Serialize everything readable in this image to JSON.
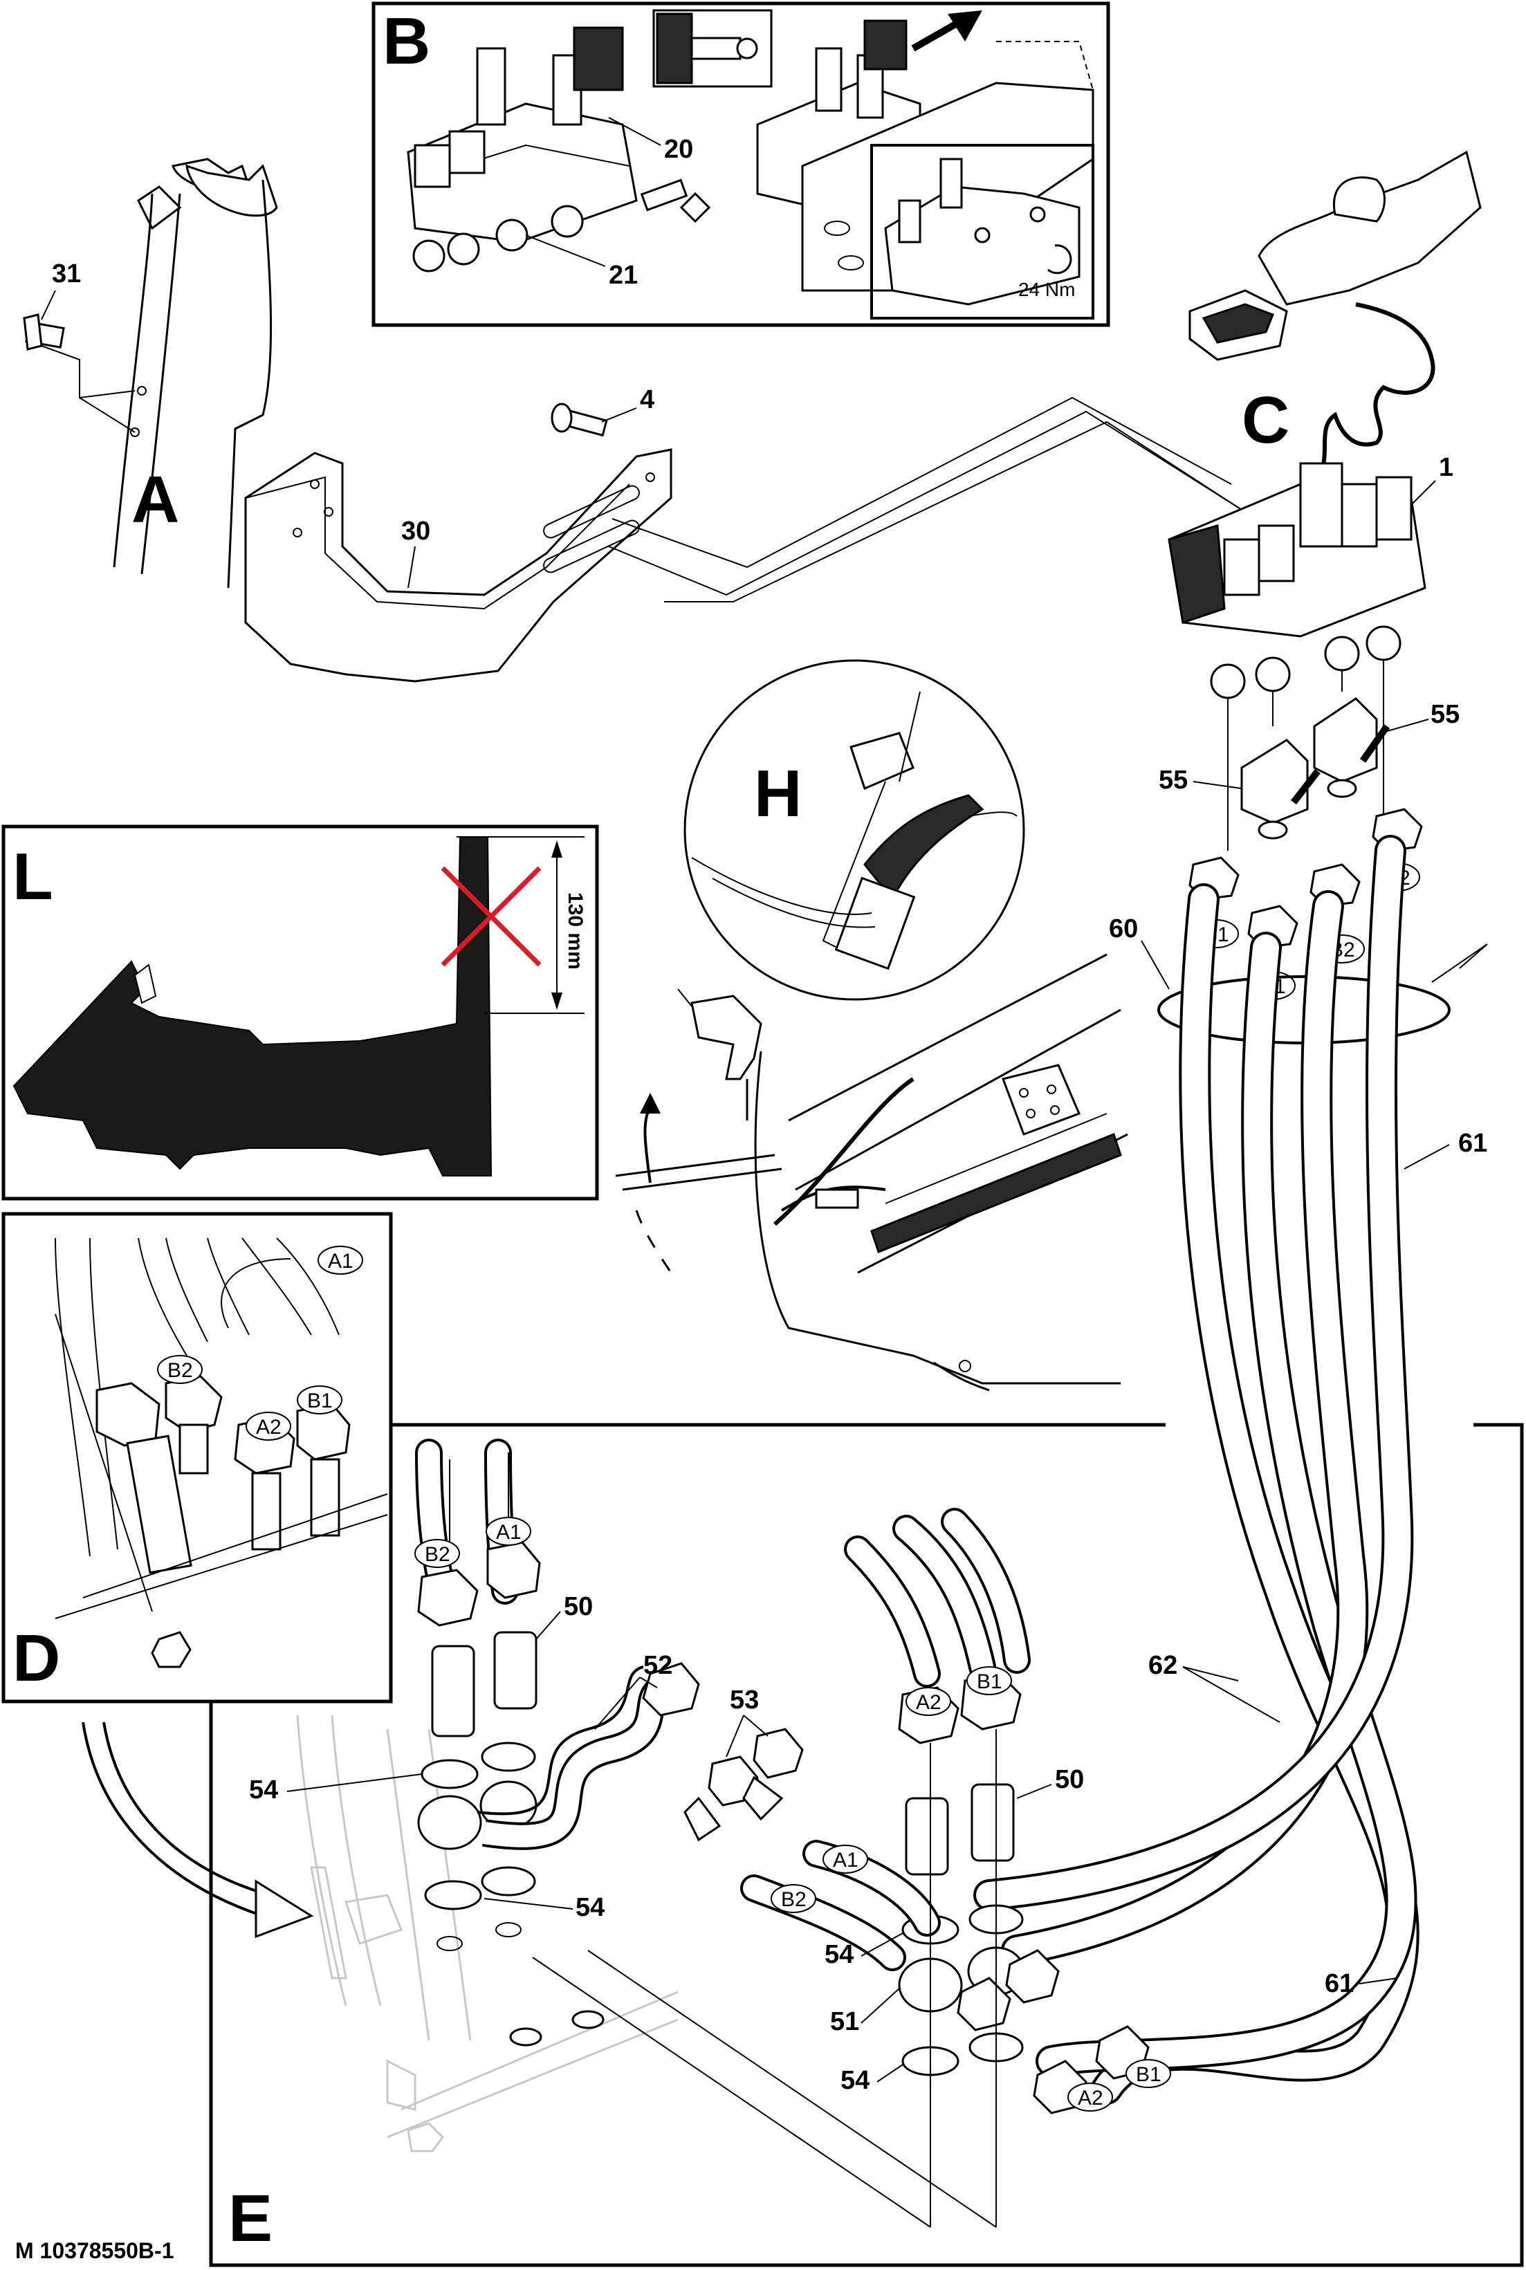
{
  "views": {
    "A": "A",
    "B": "B",
    "C": "C",
    "D": "D",
    "E": "E",
    "H": "H",
    "L": "L"
  },
  "parts": {
    "p1": "1",
    "p4": "4",
    "p20": "20",
    "p21": "21",
    "p30": "30",
    "p31": "31",
    "p50a": "50",
    "p50b": "50",
    "p51": "51",
    "p52": "52",
    "p53": "53",
    "p54a": "54",
    "p54b": "54",
    "p54c": "54",
    "p54d": "54",
    "p55a": "55",
    "p55b": "55",
    "p60": "60",
    "p61a": "61",
    "p61b": "61",
    "p62": "62"
  },
  "hose_tags": {
    "c_b1": "B1",
    "c_a1": "A1",
    "c_b2": "B2",
    "c_a2": "A2",
    "d_a1": "A1",
    "d_b2": "B2",
    "d_a2": "A2",
    "d_b1": "B1",
    "e_b2": "B2",
    "e_a1": "A1",
    "e_a2": "A2",
    "e_b1": "B1",
    "e_a1b": "A1",
    "e_b2b": "B2",
    "e_b1b": "B1",
    "e_a2b": "A2"
  },
  "torque": "24 Nm",
  "dimension": "130 mm",
  "reference": "M 10378550B-1"
}
